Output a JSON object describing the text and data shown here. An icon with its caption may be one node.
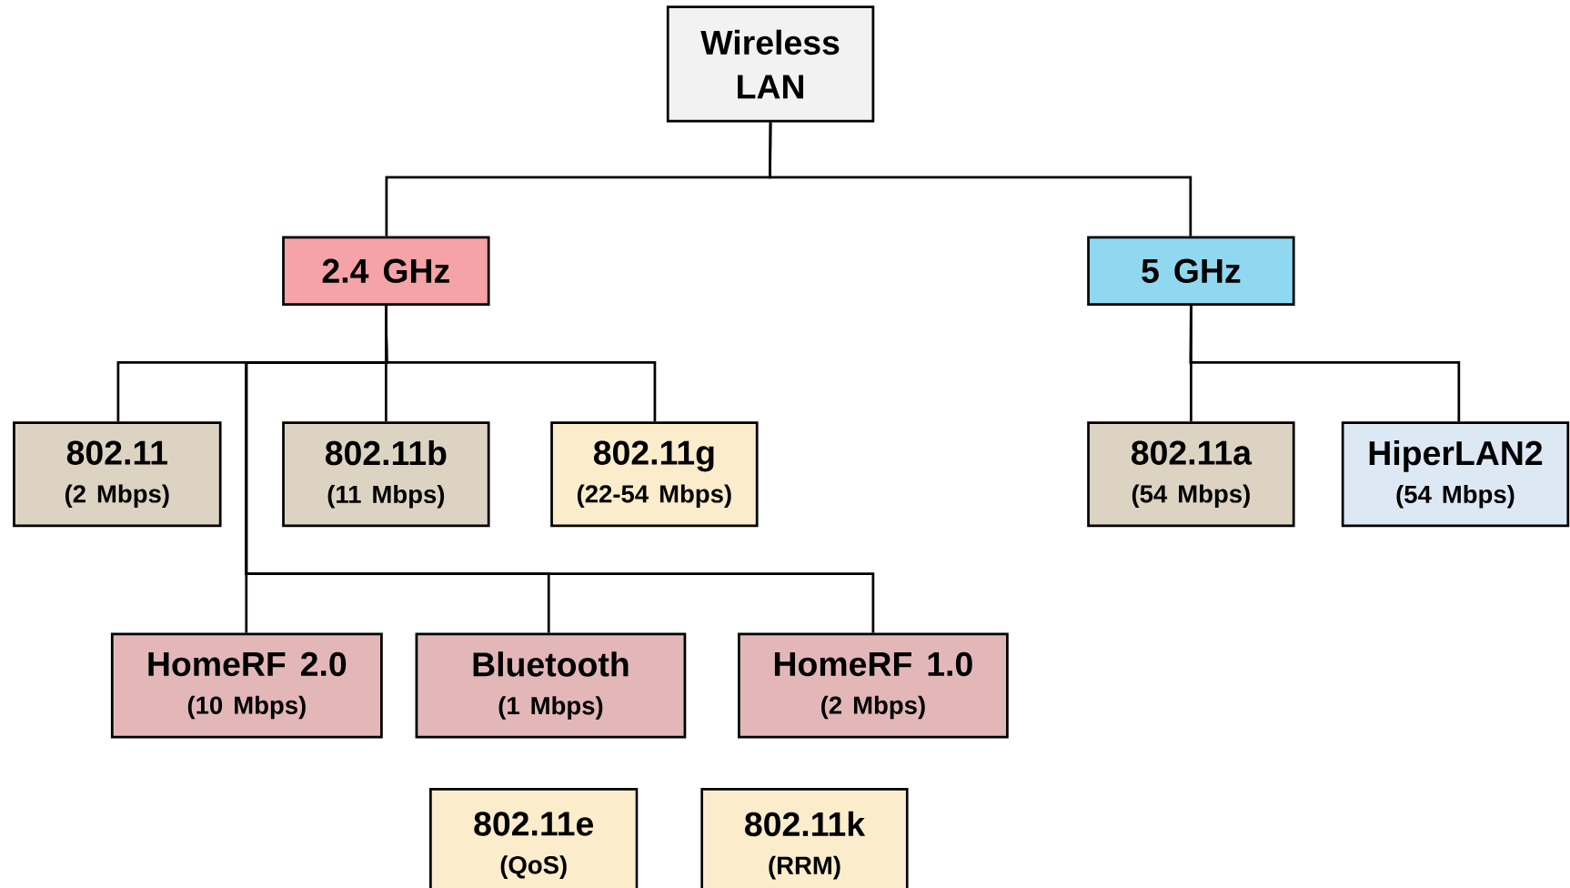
{
  "diagram": {
    "nodes": [
      {
        "text": [
          "Wireless LAN"
        ]
      },
      {
        "text": [
          "2.4 GHz"
        ]
      },
      {
        "text": [
          "5 GHz"
        ]
      },
      {
        "text": [
          "802.11",
          "(2 Mbps)"
        ]
      },
      {
        "text": [
          "802.11b",
          "(11 Mbps)"
        ]
      },
      {
        "text": [
          "802.11g",
          "(22-54 Mbps)"
        ]
      },
      {
        "text": [
          "802.11a",
          "(54 Mbps)"
        ]
      },
      {
        "text": [
          "HiperLAN2",
          "(54 Mbps)"
        ]
      },
      {
        "text": [
          "HomeRF 2.0",
          "(10 Mbps)"
        ]
      },
      {
        "text": [
          "Bluetooth",
          "(1 Mbps)"
        ]
      },
      {
        "text": [
          "HomeRF 1.0",
          "(2 Mbps)"
        ]
      },
      {
        "text": [
          "802.11e",
          "(QoS)"
        ]
      },
      {
        "text": [
          "802.11k",
          "(RRM)"
        ]
      }
    ],
    "edges": [
      {
        "from": 0,
        "to": 1,
        "arrow": "none"
      },
      {
        "from": 0,
        "to": 2,
        "arrow": "none"
      },
      {
        "from": 1,
        "to": 3,
        "arrow": "none"
      },
      {
        "from": 1,
        "to": 4,
        "arrow": "none"
      },
      {
        "from": 1,
        "to": 5,
        "arrow": "none"
      },
      {
        "from": 1,
        "to": 8,
        "arrow": "none"
      },
      {
        "from": 1,
        "to": 9,
        "arrow": "none"
      },
      {
        "from": 1,
        "to": 10,
        "arrow": "none"
      },
      {
        "from": 2,
        "to": 6,
        "arrow": "none"
      },
      {
        "from": 2,
        "to": 7,
        "arrow": "none"
      }
    ]
  }
}
